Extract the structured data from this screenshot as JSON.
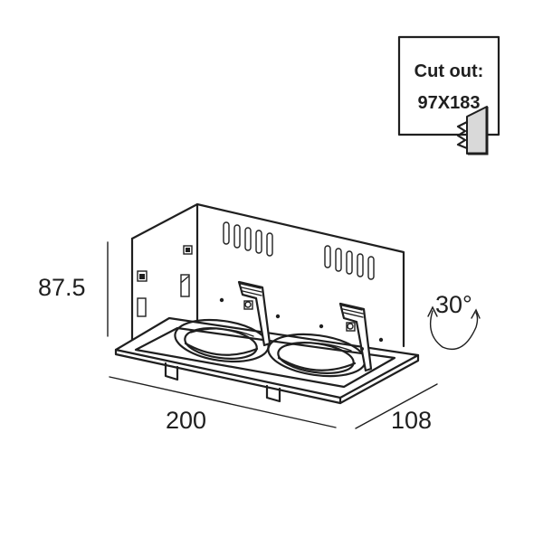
{
  "cutout": {
    "label": "Cut out:",
    "value": "97X183"
  },
  "dimensions": {
    "height": "87.5",
    "length": "200",
    "width": "108",
    "tilt": "30°"
  },
  "icons": {
    "cutout_tool": "saw-blade-icon",
    "tilt": "rotate-arrow-icon"
  },
  "colors": {
    "line": "#1f1f1f",
    "background": "#ffffff"
  }
}
